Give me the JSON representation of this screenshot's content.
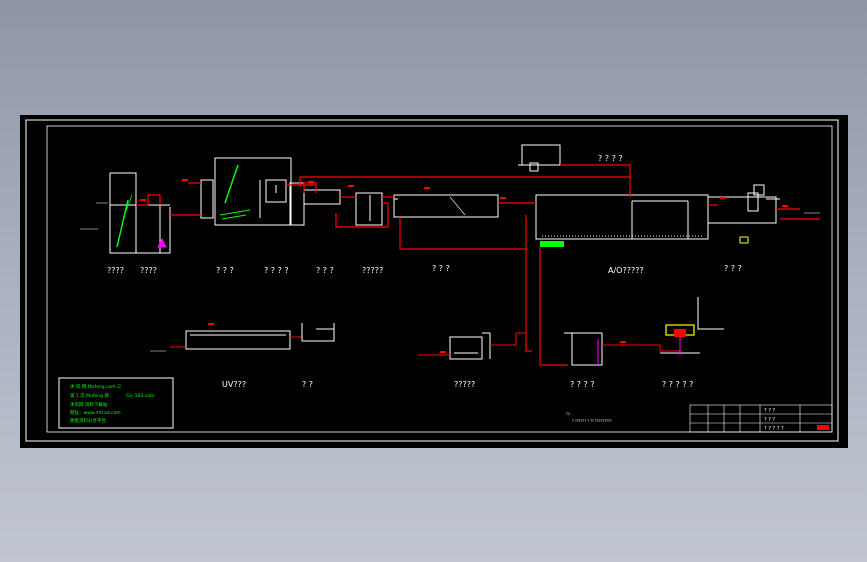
{
  "labels": [
    {
      "id": "screen",
      "text": "????"
    },
    {
      "id": "grit",
      "text": "????"
    },
    {
      "id": "l3",
      "text": "? ? ?"
    },
    {
      "id": "l4",
      "text": "? ? ? ?"
    },
    {
      "id": "l5",
      "text": "? ? ?"
    },
    {
      "id": "l6",
      "text": "?????"
    },
    {
      "id": "l7",
      "text": "? ? ?"
    },
    {
      "id": "ao",
      "text": "A/O?????"
    },
    {
      "id": "l9",
      "text": "? ? ?"
    },
    {
      "id": "l10",
      "text": "? ? ? ?"
    },
    {
      "id": "uv",
      "text": "UV???"
    },
    {
      "id": "l12",
      "text": "? ?"
    },
    {
      "id": "l13",
      "text": "?????"
    },
    {
      "id": "l14",
      "text": "? ? ? ?"
    },
    {
      "id": "l15",
      "text": "? ? ? ? ?"
    }
  ],
  "stamp": {
    "line1": "沐 风 网 Mufeng.com 三",
    "line2": "第 1 次 Mufeng 建",
    "line3": "Co. 163.com",
    "line4": "沐风网 资料下载站",
    "line5": "网址：www.mfcad.com",
    "line6": "图纸资料分享平台"
  },
  "note_marker": "?1",
  "note_text": "? ?????? ? ?? ?????????",
  "title_block": {
    "row1": "? ? ?",
    "row2": "? ? ?",
    "row3": "? ? ? ? ?"
  },
  "colors": {
    "sheet": "#000000",
    "line": "#ffffff",
    "pipe": "#ff0000",
    "annot": "#00ff00",
    "accent": "#ffff00",
    "magenta": "#ff00ff"
  }
}
